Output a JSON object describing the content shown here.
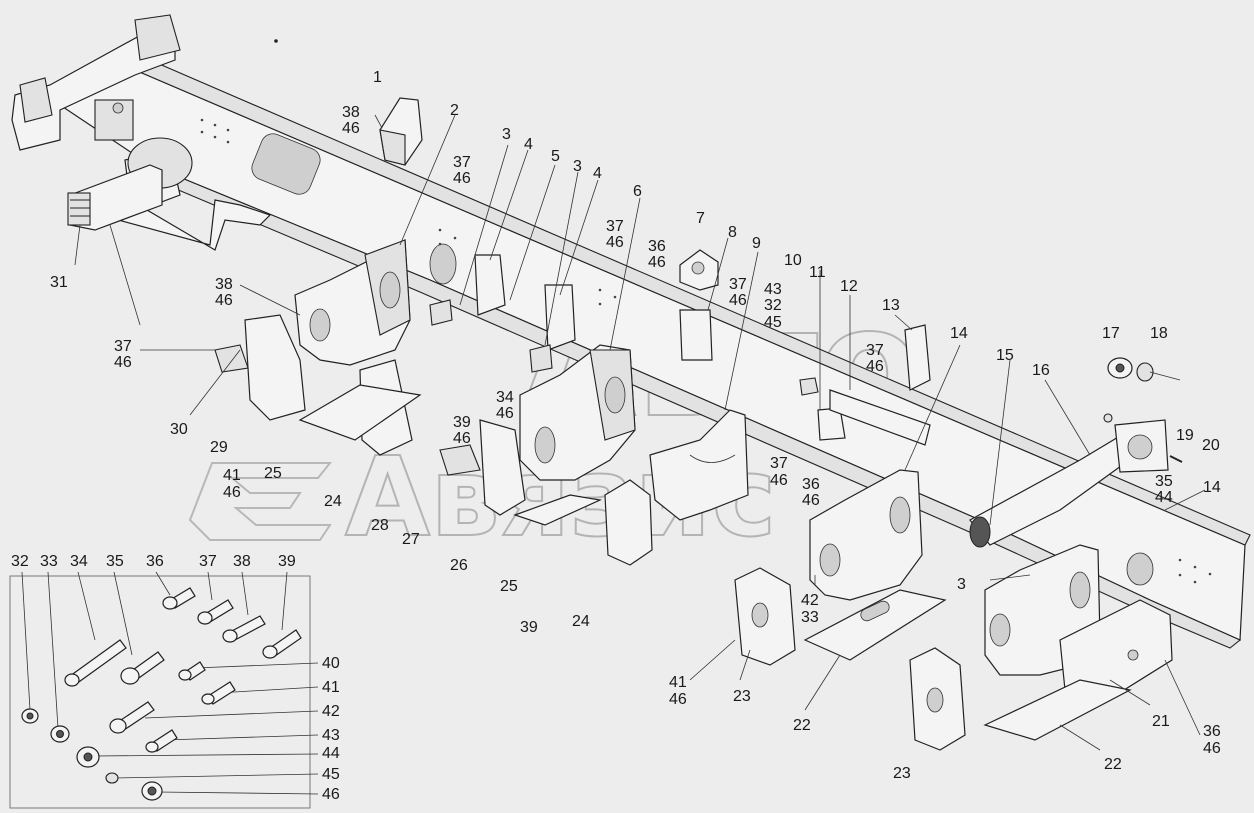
{
  "labels": [
    {
      "id": "l1",
      "text": "1"
    },
    {
      "id": "l38a",
      "text": "38"
    },
    {
      "id": "l46a",
      "text": "46"
    },
    {
      "id": "l2",
      "text": "2"
    },
    {
      "id": "l37a",
      "text": "37"
    },
    {
      "id": "l46b",
      "text": "46"
    },
    {
      "id": "l3a",
      "text": "3"
    },
    {
      "id": "l4a",
      "text": "4"
    },
    {
      "id": "l5",
      "text": "5"
    },
    {
      "id": "l3b",
      "text": "3"
    },
    {
      "id": "l4b",
      "text": "4"
    },
    {
      "id": "l6",
      "text": "6"
    },
    {
      "id": "l37b",
      "text": "37"
    },
    {
      "id": "l46c",
      "text": "46"
    },
    {
      "id": "l7",
      "text": "7"
    },
    {
      "id": "l36a",
      "text": "36"
    },
    {
      "id": "l46d",
      "text": "46"
    },
    {
      "id": "l8",
      "text": "8"
    },
    {
      "id": "l9",
      "text": "9"
    },
    {
      "id": "l37c",
      "text": "37"
    },
    {
      "id": "l46e",
      "text": "46"
    },
    {
      "id": "l10",
      "text": "10"
    },
    {
      "id": "l11",
      "text": "11"
    },
    {
      "id": "l12",
      "text": "12"
    },
    {
      "id": "l43a",
      "text": "43"
    },
    {
      "id": "l32a",
      "text": "32"
    },
    {
      "id": "l45a",
      "text": "45"
    },
    {
      "id": "l13",
      "text": "13"
    },
    {
      "id": "l37d",
      "text": "37"
    },
    {
      "id": "l46f",
      "text": "46"
    },
    {
      "id": "l14a",
      "text": "14"
    },
    {
      "id": "l15",
      "text": "15"
    },
    {
      "id": "l16",
      "text": "16"
    },
    {
      "id": "l17",
      "text": "17"
    },
    {
      "id": "l18",
      "text": "18"
    },
    {
      "id": "l19",
      "text": "19"
    },
    {
      "id": "l20",
      "text": "20"
    },
    {
      "id": "l35a",
      "text": "35"
    },
    {
      "id": "l44a",
      "text": "44"
    },
    {
      "id": "l14b",
      "text": "14"
    },
    {
      "id": "l31",
      "text": "31"
    },
    {
      "id": "l38b",
      "text": "38"
    },
    {
      "id": "l46g",
      "text": "46"
    },
    {
      "id": "l37e",
      "text": "37"
    },
    {
      "id": "l46h",
      "text": "46"
    },
    {
      "id": "l30",
      "text": "30"
    },
    {
      "id": "l29",
      "text": "29"
    },
    {
      "id": "l41a",
      "text": "41"
    },
    {
      "id": "l46i",
      "text": "46"
    },
    {
      "id": "l25a",
      "text": "25"
    },
    {
      "id": "l24a",
      "text": "24"
    },
    {
      "id": "l28",
      "text": "28"
    },
    {
      "id": "l27",
      "text": "27"
    },
    {
      "id": "l39a",
      "text": "39"
    },
    {
      "id": "l46j",
      "text": "46"
    },
    {
      "id": "l34a",
      "text": "34"
    },
    {
      "id": "l46k",
      "text": "46"
    },
    {
      "id": "l26",
      "text": "26"
    },
    {
      "id": "l25b",
      "text": "25"
    },
    {
      "id": "l39b",
      "text": "39"
    },
    {
      "id": "l24b",
      "text": "24"
    },
    {
      "id": "l37f",
      "text": "37"
    },
    {
      "id": "l46l",
      "text": "46"
    },
    {
      "id": "l36b",
      "text": "36"
    },
    {
      "id": "l46m",
      "text": "46"
    },
    {
      "id": "l42a",
      "text": "42"
    },
    {
      "id": "l33a",
      "text": "33"
    },
    {
      "id": "l3c",
      "text": "3"
    },
    {
      "id": "l41b",
      "text": "41"
    },
    {
      "id": "l46n",
      "text": "46"
    },
    {
      "id": "l23a",
      "text": "23"
    },
    {
      "id": "l22a",
      "text": "22"
    },
    {
      "id": "l23b",
      "text": "23"
    },
    {
      "id": "l21",
      "text": "21"
    },
    {
      "id": "l22b",
      "text": "22"
    },
    {
      "id": "l36c",
      "text": "36"
    },
    {
      "id": "l46o",
      "text": "46"
    }
  ],
  "legend": {
    "top": [
      "32",
      "33",
      "34",
      "35",
      "36",
      "37",
      "38",
      "39"
    ],
    "right": [
      "40",
      "41",
      "42",
      "43",
      "44",
      "45",
      "46"
    ]
  },
  "watermark": {
    "line1": "Авто",
    "line2": "Авязис"
  }
}
